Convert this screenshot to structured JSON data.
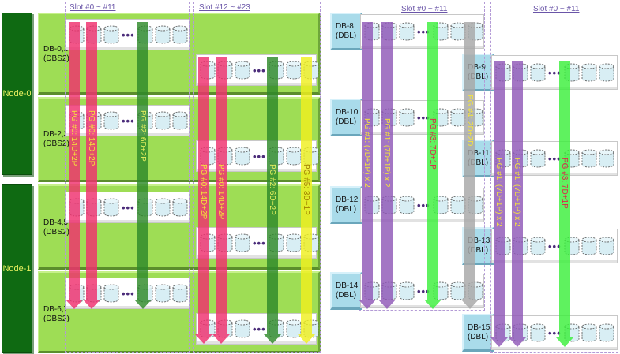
{
  "colors": {
    "node_bg": "#0f6a12",
    "node_text": "#e8f060",
    "dbs2_bg": "#9edd55",
    "dbl_bg": "#a9dbea",
    "disk_fill": "#d8eef4",
    "slot_frame": "#b39ad6"
  },
  "nodes": [
    {
      "label": "Node-0"
    },
    {
      "label": "Node-1"
    }
  ],
  "slot_labels": {
    "dbs2_a": "Slot #0 ~ #11",
    "dbs2_b": "Slot #12 ~ #23",
    "dbl_a": "Slot #0 ~ #11",
    "dbl_b": "Slot #0 ~ #11"
  },
  "enclosures_dbs2": [
    {
      "name": "DB-0,1",
      "type": "(DBS2)"
    },
    {
      "name": "DB-2,3",
      "type": "(DBS2)"
    },
    {
      "name": "DB-4,5",
      "type": "(DBS2)"
    },
    {
      "name": "DB-6,7",
      "type": "(DBS2)"
    }
  ],
  "enclosures_dbl": [
    {
      "name": "DB-8",
      "type": "(DBL)"
    },
    {
      "name": "DB-9",
      "type": "(DBL)"
    },
    {
      "name": "DB-10",
      "type": "(DBL)"
    },
    {
      "name": "DB-11",
      "type": "(DBL)"
    },
    {
      "name": "DB-12",
      "type": "(DBL)"
    },
    {
      "name": "DB-13",
      "type": "(DBL)"
    },
    {
      "name": "DB-14",
      "type": "(DBL)"
    },
    {
      "name": "DB-15",
      "type": "(DBL)"
    }
  ],
  "parity_groups": [
    {
      "label": "PG #0: 14D+2P",
      "color": "#f0306e",
      "text_color": "#f5e43a"
    },
    {
      "label": "PG #0: 14D+2P",
      "color": "#f0306e",
      "text_color": "#f5e43a"
    },
    {
      "label": "PG #2: 6D+2P",
      "color": "#2f8a2a",
      "text_color": "#e8f060"
    },
    {
      "label": "PG #0: 14D+2P",
      "color": "#f0306e",
      "text_color": "#f5e43a"
    },
    {
      "label": "PG #0: 14D+2P",
      "color": "#f0306e",
      "text_color": "#f5e43a"
    },
    {
      "label": "PG #2: 6D+2P",
      "color": "#2f8a2a",
      "text_color": "#e8f060"
    },
    {
      "label": "PG #5: 3D+1P",
      "color": "#f0f020",
      "text_color": "#a08000"
    },
    {
      "label": "PG #1: (7D+1P) x 2",
      "color": "#9058b8",
      "text_color": "#f5e43a"
    },
    {
      "label": "PG #1: (7D+1P) x 2",
      "color": "#9058b8",
      "text_color": "#f5e43a"
    },
    {
      "label": "PG #3: 7D+1P",
      "color": "#3cf03c",
      "text_color": "#e0204a"
    },
    {
      "label": "PG #4: 2D+2D",
      "color": "#a8a8a8",
      "text_color": "#f5e43a"
    },
    {
      "label": "PG #1: (7D+1P) x 2",
      "color": "#9058b8",
      "text_color": "#f5e43a"
    },
    {
      "label": "PG #1: (7D+1P) x 2",
      "color": "#9058b8",
      "text_color": "#f5e43a"
    },
    {
      "label": "PG #3: 7D+1P",
      "color": "#3cf03c",
      "text_color": "#e0204a"
    }
  ],
  "ellipsis": "•••"
}
